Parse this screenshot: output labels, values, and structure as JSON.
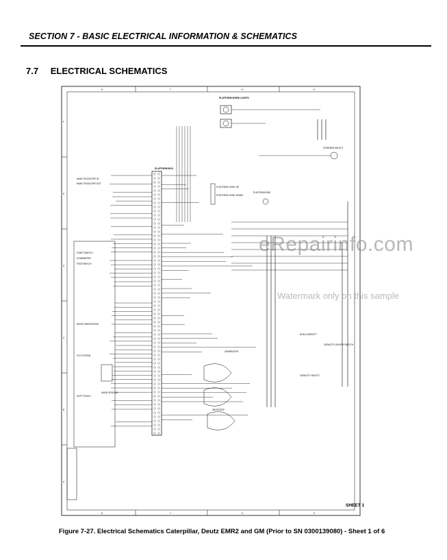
{
  "header": {
    "title": "SECTION 7 - BASIC ELECTRICAL INFORMATION & SCHEMATICS"
  },
  "section": {
    "number": "7.7",
    "title": "ELECTRICAL SCHEMATICS"
  },
  "schematic": {
    "grid_columns_top": [
      "8",
      "7",
      "6",
      "5"
    ],
    "grid_rows_left": [
      "F",
      "E",
      "D",
      "C",
      "B",
      "A"
    ],
    "labels": {
      "platform_box": "PLATFORM BOX",
      "platform_work_lights": "PLATFORM WORK LIGHTS",
      "steering_select": "STEERING SELECT",
      "platform_level_up": "PLATFORM LEVEL UP",
      "platform_level_down": "PLATFORM LEVEL DOWN",
      "platform_ems": "PLATFORM EMS",
      "main_telescope_in": "MAIN TELESCOPE IN",
      "main_telescope_out": "MAIN TELESCOPE OUT",
      "footswitch": "FOOTSWITCH",
      "start_switch": "START SWITCH",
      "hour_meter": "HOURMETER",
      "drive_orientation": "DRIVE ORIENTATION",
      "tilt_system": "TILT SYSTEM",
      "soft_touch": "SOFT TOUCH",
      "generator": "GENERATOR",
      "capacity_select": "CAPACITY SELECT",
      "dual_capacity": "DUAL CAPACITY",
      "capacity_length_switch": "CAPACITY LENGTH SWITCH",
      "jib_rotate": "JIB ROTATE",
      "hand_ground": "HAND GROUND"
    }
  },
  "watermark": {
    "text": "eRepairinfo.com",
    "subtext": "Watermark only on this sample"
  },
  "sheet_label": "SHEET 1",
  "caption": "Figure 7-27.  Electrical Schematics Caterpillar, Deutz EMR2 and GM (Prior to SN 0300139080) - Sheet 1 of 6"
}
